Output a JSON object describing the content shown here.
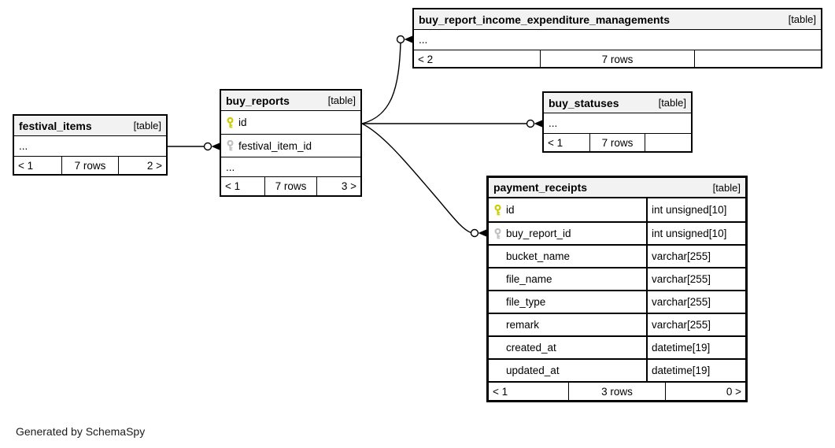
{
  "note": "Generated by SchemaSpy",
  "colors": {
    "header_bg": "#f2f2f2",
    "border": "#000000",
    "primary_key": "#cccc00",
    "foreign_key": "#c0c0c0",
    "background": "#ffffff"
  },
  "tables": [
    {
      "id": "festival_items",
      "name": "festival_items",
      "tag": "[table]",
      "columns": [
        {
          "name": "...",
          "ellipsis": true
        }
      ],
      "footer": {
        "left": "< 1",
        "center": "7 rows",
        "right": "2 >"
      }
    },
    {
      "id": "buy_reports",
      "name": "buy_reports",
      "tag": "[table]",
      "columns": [
        {
          "name": "id",
          "key": "primary"
        },
        {
          "name": "festival_item_id",
          "key": "foreign"
        },
        {
          "name": "...",
          "ellipsis": true
        }
      ],
      "footer": {
        "left": "< 1",
        "center": "7 rows",
        "right": "3 >"
      }
    },
    {
      "id": "buy_report_income_expenditure_managements",
      "name": "buy_report_income_expenditure_managements",
      "tag": "[table]",
      "columns": [
        {
          "name": "...",
          "ellipsis": true
        }
      ],
      "footer": {
        "left": "< 2",
        "center": "7 rows",
        "right": ""
      }
    },
    {
      "id": "buy_statuses",
      "name": "buy_statuses",
      "tag": "[table]",
      "columns": [
        {
          "name": "...",
          "ellipsis": true
        }
      ],
      "footer": {
        "left": "< 1",
        "center": "7 rows",
        "right": ""
      }
    },
    {
      "id": "payment_receipts",
      "name": "payment_receipts",
      "tag": "[table]",
      "columns": [
        {
          "name": "id",
          "key": "primary",
          "type": "int unsigned[10]"
        },
        {
          "name": "buy_report_id",
          "key": "foreign",
          "type": "int unsigned[10]"
        },
        {
          "name": "bucket_name",
          "type": "varchar[255]"
        },
        {
          "name": "file_name",
          "type": "varchar[255]"
        },
        {
          "name": "file_type",
          "type": "varchar[255]"
        },
        {
          "name": "remark",
          "type": "varchar[255]"
        },
        {
          "name": "created_at",
          "type": "datetime[19]"
        },
        {
          "name": "updated_at",
          "type": "datetime[19]"
        }
      ],
      "footer": {
        "left": "< 1",
        "center": "3 rows",
        "right": "0 >"
      }
    }
  ],
  "relationships": [
    {
      "from": "festival_items",
      "to": "buy_reports.festival_item_id"
    },
    {
      "from": "buy_reports.id",
      "to": "buy_report_income_expenditure_managements"
    },
    {
      "from": "buy_reports.id",
      "to": "buy_statuses"
    },
    {
      "from": "buy_reports.id",
      "to": "payment_receipts.buy_report_id"
    }
  ]
}
